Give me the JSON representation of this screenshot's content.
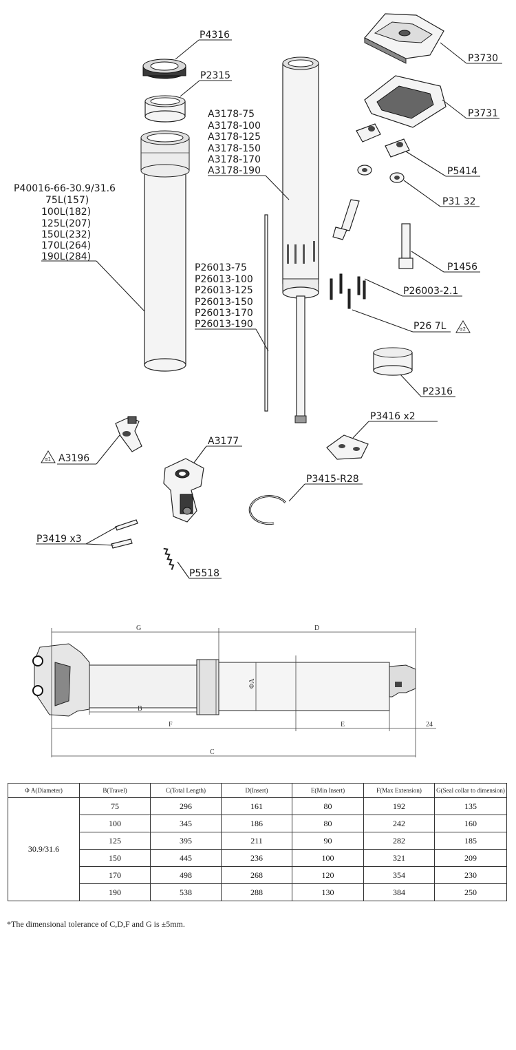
{
  "exploded_view": {
    "labels": {
      "p4316": "P4316",
      "p2315": "P2315",
      "a3178": [
        "A3178-75",
        "A3178-100",
        "A3178-125",
        "A3178-150",
        "A3178-170",
        "A3178-190"
      ],
      "p40016": [
        "P40016-66-30.9/31.6",
        "75L(157)",
        "100L(182)",
        "125L(207)",
        "150L(232)",
        "170L(264)",
        "190L(284)"
      ],
      "p26013": [
        "P26013-75",
        "P26013-100",
        "P26013-125",
        "P26013-150",
        "P26013-170",
        "P26013-190"
      ],
      "p3730": "P3730",
      "p3731": "P3731",
      "p5414": "P5414",
      "p3132": "P31 32",
      "p1456": "P1456",
      "p26003": "P26003-2.1",
      "p267l": "P26 7L",
      "p267l_badge": "α2",
      "p2316": "P2316",
      "p3416": "P3416 x2",
      "a3177": "A3177",
      "a3196": "A3196",
      "a3196_badge": "α1",
      "p3415": "P3415-R28",
      "p3419": "P3419 x3",
      "p5518": "P5518"
    }
  },
  "dimension_drawing": {
    "labels": {
      "g": "G",
      "d": "D",
      "b": "B",
      "f": "F",
      "e": "E",
      "c": "C",
      "dia": "ΦA",
      "offset": "24"
    }
  },
  "spec_table": {
    "headers": [
      "Φ A(Diameter)",
      "B(Travel)",
      "C(Total Length)",
      "D(Insert)",
      "E(Min Insert)",
      "F(Max Extension)",
      "G(Seal collar to dimension)"
    ],
    "diameter": "30.9/31.6",
    "rows": [
      [
        "75",
        "296",
        "161",
        "80",
        "192",
        "135"
      ],
      [
        "100",
        "345",
        "186",
        "80",
        "242",
        "160"
      ],
      [
        "125",
        "395",
        "211",
        "90",
        "282",
        "185"
      ],
      [
        "150",
        "445",
        "236",
        "100",
        "321",
        "209"
      ],
      [
        "170",
        "498",
        "268",
        "120",
        "354",
        "230"
      ],
      [
        "190",
        "538",
        "288",
        "130",
        "384",
        "250"
      ]
    ]
  },
  "footnote": "*The dimensional tolerance of C,D,F and G is ±5mm."
}
